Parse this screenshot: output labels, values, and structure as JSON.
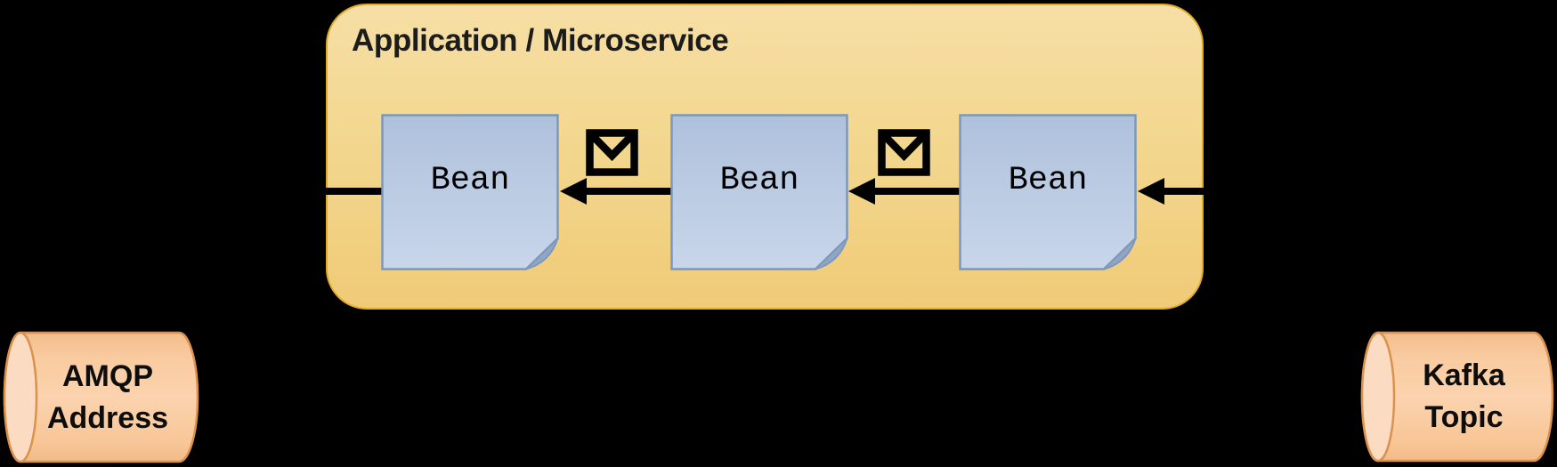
{
  "diagram": {
    "background_color": "#000000",
    "application_box": {
      "title": "Application / Microservice",
      "fill_color": "#f3d78f",
      "border_color": "#dfa92c"
    },
    "beans": [
      {
        "label": "Bean"
      },
      {
        "label": "Bean"
      },
      {
        "label": "Bean"
      }
    ],
    "bean_style": {
      "fill_color": "#bac9e2",
      "border_color": "#7d98bc",
      "fold_color": "#8fa6c7"
    },
    "message_icons": [
      {
        "name": "envelope-icon"
      },
      {
        "name": "envelope-icon"
      }
    ],
    "arrows": {
      "color": "#000000",
      "direction": "right-to-left",
      "count": 4
    },
    "cylinders": [
      {
        "line1": "AMQP",
        "line2": "Address"
      },
      {
        "line1": "Kafka",
        "line2": "Topic"
      }
    ],
    "cylinder_style": {
      "fill_color": "#f9c99c",
      "cap_color": "#fbdcc2",
      "border_color": "#db924d"
    }
  }
}
